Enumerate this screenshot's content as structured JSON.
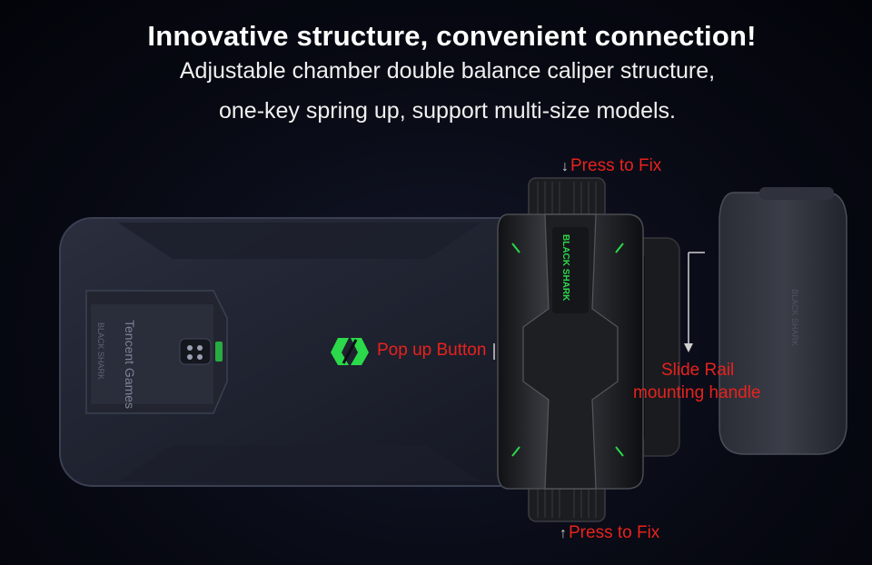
{
  "header": {
    "headline": "Innovative structure, convenient connection!",
    "subline_1": "Adjustable chamber double balance caliper structure,",
    "subline_2": "one-key spring up, support multi-size models."
  },
  "callouts": {
    "press_top": "Press to Fix",
    "press_bottom": "Press to Fix",
    "popup_button": "Pop up Button",
    "slide_rail_line1": "Slide Rail",
    "slide_rail_line2": "mounting handle"
  },
  "product": {
    "brand_text": "BLACK SHARK",
    "phone_back_text": "Tencent Games",
    "phone_small_text": "BLACK SHARK",
    "handle_text": "BLACK SHARK"
  },
  "colors": {
    "callout_red": "#e8221c",
    "accent_green": "#2bd94a",
    "background": "#080a14"
  },
  "icons": {
    "pointer_down": "arrow-down-icon",
    "pointer_up": "arrow-up-icon",
    "logo": "black-shark-logo-icon"
  }
}
